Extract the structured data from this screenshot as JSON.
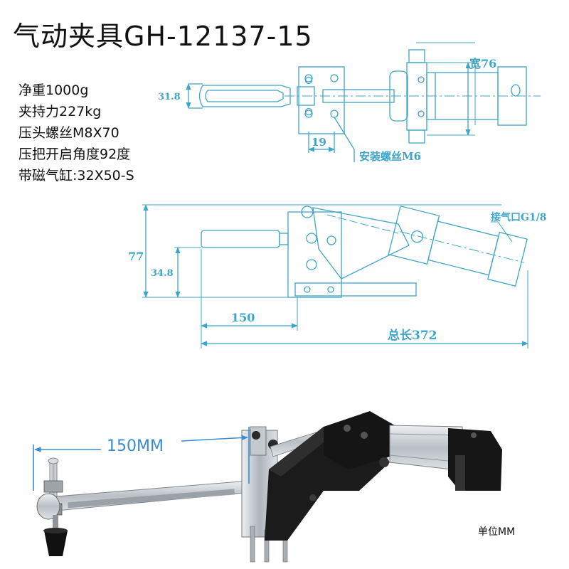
{
  "title": "气动夹具GH-12137-15",
  "specs": [
    "净重1000g",
    "夹持力227kg",
    "压头螺丝M8X70",
    "压把开启角度92度",
    "带磁气缸:32X50-S"
  ],
  "top_view": {
    "dim_height": "31.8",
    "dim_width": "宽76",
    "dim_offset": "19",
    "mount_label": "安装螺丝M6"
  },
  "side_view": {
    "dim_total_height": "77",
    "dim_base_height": "34.8",
    "dim_reach": "150",
    "dim_total_length": "总长372",
    "port_label": "接气口G1/8"
  },
  "photo": {
    "reach_label": "150MM"
  },
  "unit_label": "单位MM",
  "colors": {
    "drawing_line": "#3fa5c8",
    "photo_dimension": "#3a8cd0",
    "steel": "#c9ced3",
    "black_part": "#1b1b1b"
  }
}
